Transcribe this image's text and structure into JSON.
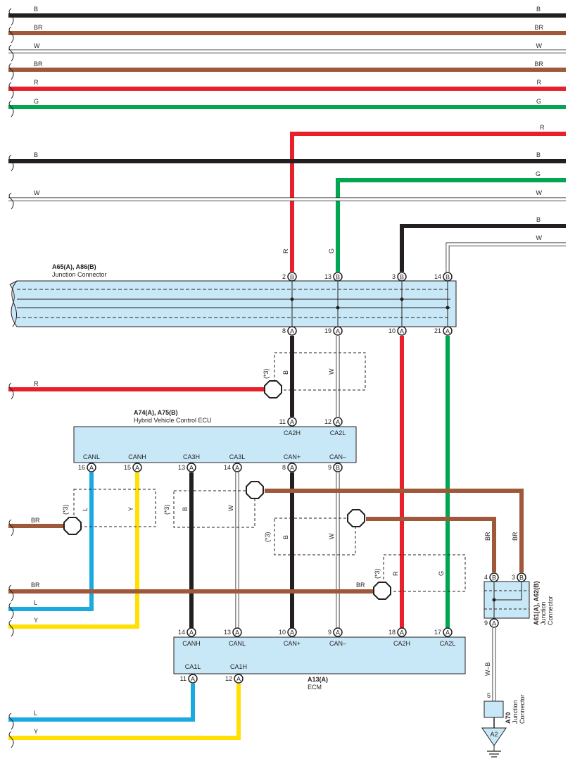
{
  "wire_colors": {
    "B": "#231f20",
    "BR": "#a0583a",
    "W": "#ffffff",
    "R": "#e8202a",
    "G": "#00a651",
    "L": "#1ba9e1",
    "Y": "#ffe000",
    "W-B": "#ffffff"
  },
  "top_bus": [
    {
      "label_left": "B",
      "label_right": "B"
    },
    {
      "label_left": "BR",
      "label_right": "BR"
    },
    {
      "label_left": "W",
      "label_right": "W"
    },
    {
      "label_left": "BR",
      "label_right": "BR"
    },
    {
      "label_left": "R",
      "label_right": "R"
    },
    {
      "label_left": "G",
      "label_right": "G"
    }
  ],
  "mid_wires": {
    "r_right": "R",
    "b_left": "B",
    "b_right": "B",
    "g_right": "G",
    "w_left": "W",
    "w_right": "W",
    "b2_right": "B",
    "w2_right": "W"
  },
  "jc1": {
    "title": "A65(A), A86(B)",
    "subtitle": "Junction Connector",
    "top_pins": [
      {
        "num": "2",
        "conn": "B",
        "wire": "R"
      },
      {
        "num": "13",
        "conn": "B",
        "wire": "G"
      },
      {
        "num": "3",
        "conn": "B"
      },
      {
        "num": "14",
        "conn": "B"
      }
    ],
    "bottom_pins": [
      {
        "num": "8",
        "conn": "A"
      },
      {
        "num": "19",
        "conn": "A"
      },
      {
        "num": "10",
        "conn": "A"
      },
      {
        "num": "21",
        "conn": "A"
      }
    ]
  },
  "shield1": {
    "label": "(*3)",
    "left_wire": "R",
    "b": "B",
    "w": "W"
  },
  "hv_ecu": {
    "title": "A74(A), A75(B)",
    "subtitle": "Hybrid Vehicle Control ECU",
    "top_pins": [
      {
        "num": "11",
        "conn": "A",
        "name": "CA2H"
      },
      {
        "num": "12",
        "conn": "A",
        "name": "CA2L"
      }
    ],
    "bottom_pins": [
      {
        "num": "16",
        "conn": "A",
        "name": "CANL"
      },
      {
        "num": "15",
        "conn": "A",
        "name": "CANH"
      },
      {
        "num": "13",
        "conn": "A",
        "name": "CA3H"
      },
      {
        "num": "14",
        "conn": "A",
        "name": "CA3L"
      },
      {
        "num": "8",
        "conn": "A",
        "name": "CAN+"
      },
      {
        "num": "9",
        "conn": "B",
        "name": "CAN–"
      }
    ]
  },
  "shield2": {
    "label": "(*3)",
    "left_wire": "BR",
    "l": "L",
    "y": "Y"
  },
  "shield3": {
    "label": "(*3)",
    "b": "B",
    "w": "W"
  },
  "shield4": {
    "label": "(*3)",
    "b": "B",
    "w": "W"
  },
  "shield5": {
    "label": "(*3)",
    "r": "R",
    "g": "G",
    "br": "BR"
  },
  "left_low": {
    "br": "BR",
    "l": "L",
    "y": "Y",
    "l2": "L",
    "y2": "Y"
  },
  "ecm": {
    "title": "A13(A)",
    "subtitle": "ECM",
    "top_pins": [
      {
        "num": "14",
        "conn": "A",
        "name": "CANH"
      },
      {
        "num": "13",
        "conn": "A",
        "name": "CANL"
      },
      {
        "num": "10",
        "conn": "A",
        "name": "CAN+"
      },
      {
        "num": "9",
        "conn": "A",
        "name": "CAN–"
      },
      {
        "num": "18",
        "conn": "A",
        "name": "CA2H"
      },
      {
        "num": "17",
        "conn": "A",
        "name": "CA2L"
      }
    ],
    "bottom_pins": [
      {
        "num": "11",
        "conn": "A",
        "name": "CA1L"
      },
      {
        "num": "12",
        "conn": "A",
        "name": "CA1H"
      }
    ]
  },
  "jc2": {
    "title": "A61(A), A62(B)",
    "subtitle1": "Junction",
    "subtitle2": "Connector",
    "pins": [
      {
        "num": "4",
        "conn": "B"
      },
      {
        "num": "3",
        "conn": "B"
      },
      {
        "num": "9",
        "conn": "A"
      }
    ],
    "wire_br1": "BR",
    "wire_br2": "BR",
    "wire_wb": "W–B"
  },
  "a70": {
    "title": "A70",
    "subtitle1": "Junction",
    "subtitle2": "Connector",
    "pin": "5"
  },
  "ground": {
    "label": "A2"
  }
}
